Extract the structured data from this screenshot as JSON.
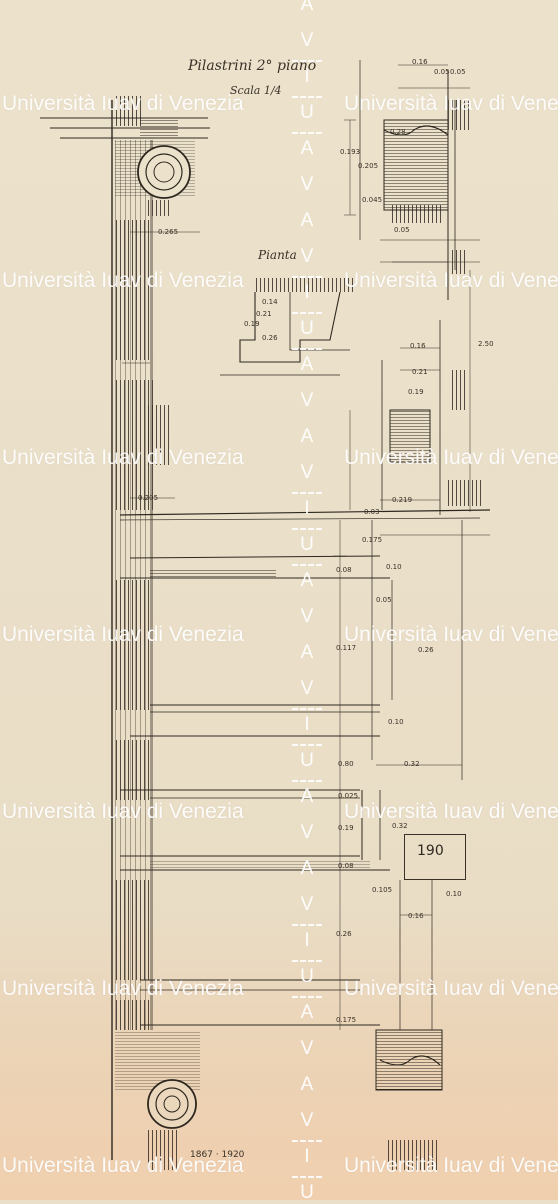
{
  "drawing": {
    "title": "Pilastrini 2° piano",
    "scale": "Scala 1/4",
    "section_label": "Pianta",
    "box_number": "190",
    "footer_note": "1867 · 1920"
  },
  "dimensions": {
    "top": [
      "0.16",
      "0.05",
      "0.05",
      "0.28",
      "0.193",
      "0.205",
      "0.045",
      "0.05",
      "0.265"
    ],
    "pianta": [
      "0.19",
      "0.14",
      "0.21",
      "0.26"
    ],
    "middle": [
      "2.50",
      "0.16",
      "0.21",
      "0.19",
      "0.205",
      "0.219",
      "0.03",
      "0.175",
      "0.08",
      "0.10",
      "0.05"
    ],
    "lower": [
      "0.26",
      "0.117",
      "0.10",
      "0.32",
      "0.80",
      "0.025",
      "0.19",
      "0.08",
      "0.32",
      "0.105",
      "0.16",
      "0.10",
      "0.26",
      "0.175"
    ]
  },
  "watermark": {
    "text": "Università Iuav di Venezia",
    "vertical_letters": [
      "A",
      "V",
      "I",
      "U",
      "A",
      "V"
    ]
  },
  "colors": {
    "paper": "#eadfc9",
    "ink": "#2e2820",
    "watermark": "#ffffff"
  }
}
